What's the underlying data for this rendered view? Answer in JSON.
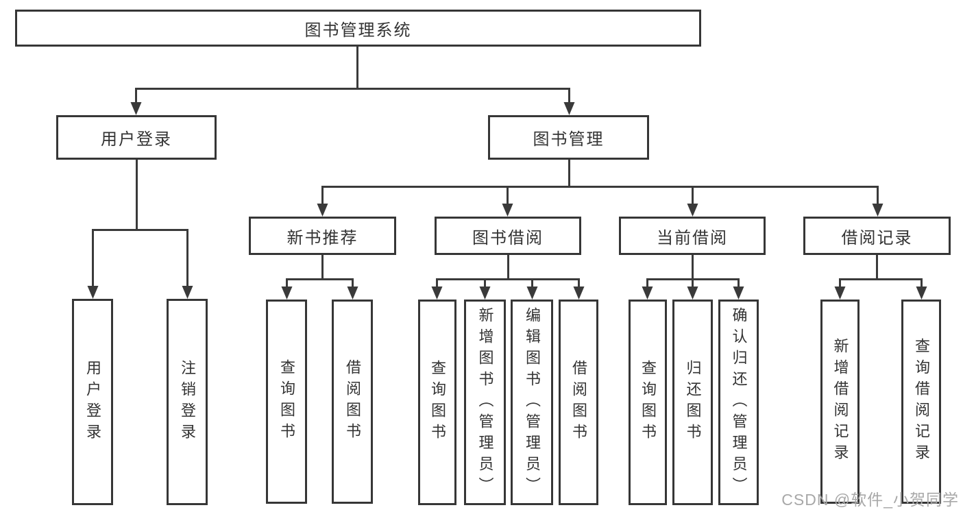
{
  "diagram_type": "hierarchy-tree",
  "tree": {
    "label": "图书管理系统",
    "children": [
      {
        "label": "用户登录",
        "children": [
          {
            "label": "用户登录"
          },
          {
            "label": "注销登录"
          }
        ]
      },
      {
        "label": "图书管理",
        "children": [
          {
            "label": "新书推荐",
            "children": [
              {
                "label": "查询图书"
              },
              {
                "label": "借阅图书"
              }
            ]
          },
          {
            "label": "图书借阅",
            "children": [
              {
                "label": "查询图书"
              },
              {
                "label": "新增图书（管理员）"
              },
              {
                "label": "编辑图书（管理员）"
              },
              {
                "label": "借阅图书"
              }
            ]
          },
          {
            "label": "当前借阅",
            "children": [
              {
                "label": "查询图书"
              },
              {
                "label": "归还图书"
              },
              {
                "label": "确认归还（管理员）"
              }
            ]
          },
          {
            "label": "借阅记录",
            "children": [
              {
                "label": "新增借阅记录"
              },
              {
                "label": "查询借阅记录"
              }
            ]
          }
        ]
      }
    ]
  },
  "watermark": {
    "text": "CSDN @软件_小贺同学"
  },
  "colors": {
    "box_border": "#363636",
    "connector_line": "#3a3a3a",
    "text": "#333333",
    "watermark_text": "#a8a8a8",
    "background": "#ffffff"
  }
}
